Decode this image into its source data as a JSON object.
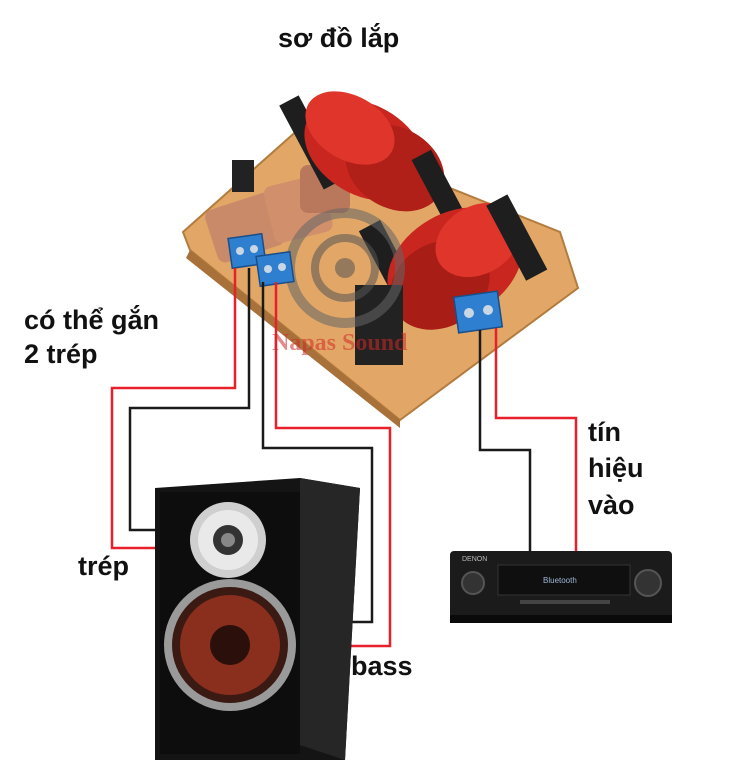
{
  "title": "sơ đồ lắp",
  "labels": {
    "tweeter_note_line1": "có thể gắn",
    "tweeter_note_line2": "2 trép",
    "tweeter": "trép",
    "bass": "bass",
    "signal_line1": "tín",
    "signal_line2": "hiệu",
    "signal_line3": "vào"
  },
  "watermark": "Napas Sound",
  "amplifier": {
    "brand": "DENON",
    "display_text": "Bluetooth"
  },
  "colors": {
    "wire_red": "#e8202a",
    "wire_black": "#1a1a1a",
    "board": "#e2a766",
    "coil": "#c8261e",
    "terminal": "#2f7fd0"
  }
}
